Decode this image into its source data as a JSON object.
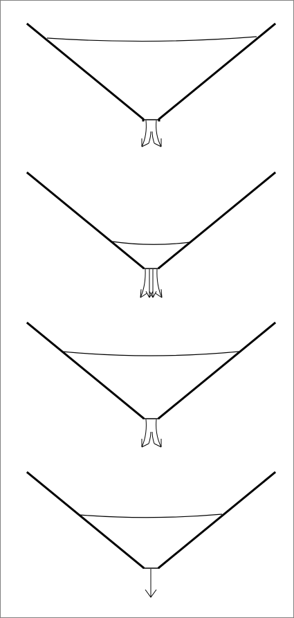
{
  "diagram": {
    "panels": [
      {
        "id": "panel-1",
        "fill_level": "high",
        "flow": "spread-arrows"
      },
      {
        "id": "panel-2",
        "fill_level": "low",
        "flow": "multiple-arrows"
      },
      {
        "id": "panel-3",
        "fill_level": "medium-high",
        "flow": "spread-arrows"
      },
      {
        "id": "panel-4",
        "fill_level": "medium",
        "flow": "single-arrow"
      }
    ],
    "colors": {
      "stroke": "#000000",
      "background": "#ffffff",
      "border": "#7f7f7f"
    }
  }
}
